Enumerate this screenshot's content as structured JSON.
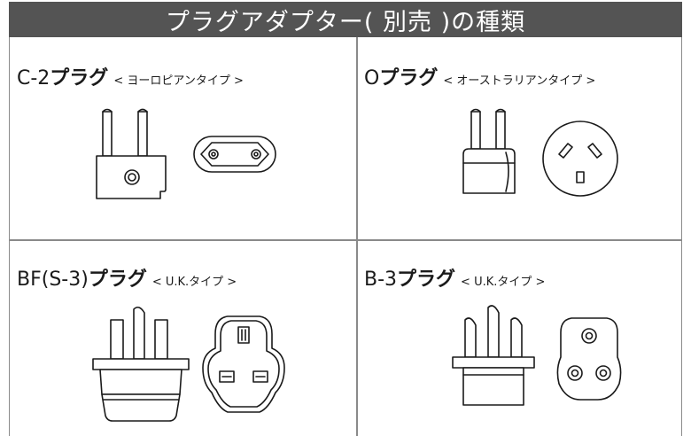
{
  "title": "プラグアダプター( 別売 )の種類",
  "cells": [
    {
      "name_prefix": "C-2",
      "name_suffix": "プラグ",
      "type_label": "< ヨーロピアンタイプ >",
      "plug_icon": "european-plug-icon",
      "socket_icon": "european-socket-icon"
    },
    {
      "name_prefix": "O",
      "name_suffix": "プラグ",
      "type_label": "< オーストラリアンタイプ >",
      "plug_icon": "australian-plug-icon",
      "socket_icon": "australian-socket-icon"
    },
    {
      "name_prefix": "BF(S-3)",
      "name_suffix": "プラグ",
      "type_label": "< U.K.タイプ >",
      "plug_icon": "uk-bf-plug-icon",
      "socket_icon": "uk-bf-socket-icon"
    },
    {
      "name_prefix": "B-3",
      "name_suffix": "プラグ",
      "type_label": "< U.K.タイプ >",
      "plug_icon": "uk-b3-plug-icon",
      "socket_icon": "uk-b3-socket-icon"
    }
  ],
  "colors": {
    "header_bg": "#545454",
    "header_text": "#ffffff",
    "line": "#1a1a1a",
    "grid": "#8a8a8a"
  }
}
